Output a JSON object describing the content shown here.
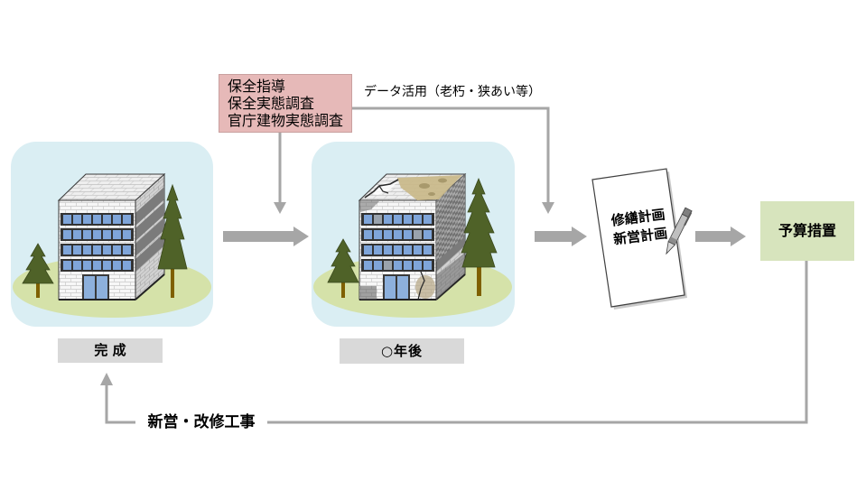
{
  "diagram": {
    "inspection_box": {
      "lines": [
        "保全指導",
        "保全実態調査",
        "官庁建物実態調査"
      ]
    },
    "data_use_label": "データ活用（老朽・狭あい等）",
    "stage_completed_label": "完 成",
    "stage_aged_label": "○年後",
    "plan_document": {
      "lines": [
        "修繕計画",
        "新営計画"
      ]
    },
    "budget_box_label": "予算措置",
    "construction_label": "新営・改修工事"
  },
  "icons": {
    "completed_building": "building-icon",
    "aged_building": "damaged-building-icon",
    "tree": "tree-icon",
    "plan_document": "document-icon",
    "pen": "pen-icon"
  },
  "colors": {
    "panel_bg": "#daeef3",
    "ground": "#d5e2a9",
    "arrow": "#a6a6a6",
    "inspection_box": "#e6b9b8",
    "budget_box": "#d7e4bd",
    "label_box": "#d9d9d9",
    "tree": "#4f6228"
  }
}
